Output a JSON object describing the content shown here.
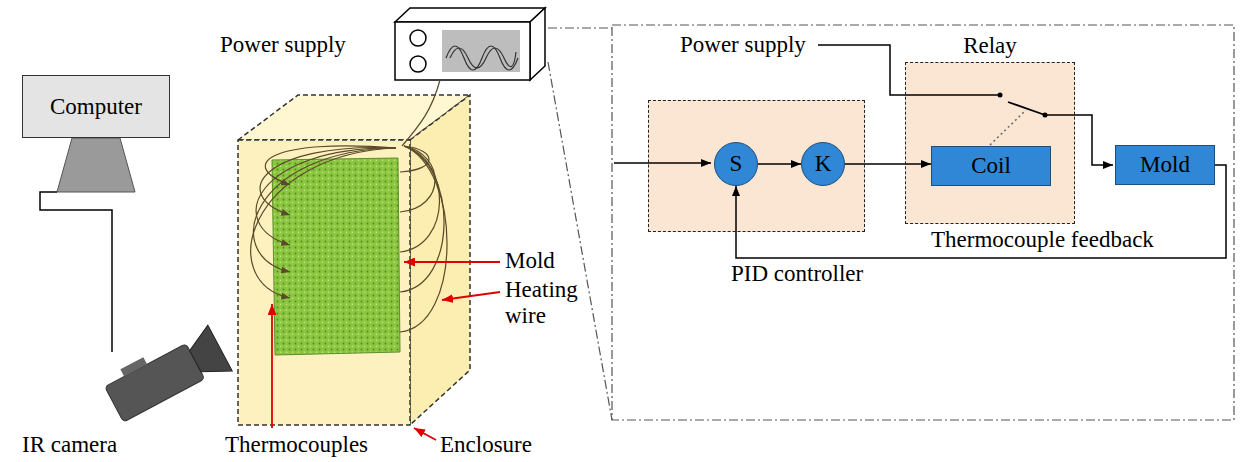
{
  "diagram": {
    "nodes": [
      {
        "text": [
          "Computer"
        ]
      },
      {
        "text": [
          "PID controller"
        ]
      },
      {
        "text": [
          "S"
        ],
        "in": 1
      },
      {
        "text": [
          "K"
        ],
        "in": 1
      },
      {
        "text": [
          "Relay"
        ]
      },
      {
        "text": [
          "Coil"
        ],
        "in": 4
      },
      {
        "text": [
          "Mold"
        ]
      }
    ],
    "edges": [
      {
        "from": 2,
        "to": 3,
        "arrow": "to"
      },
      {
        "from": 3,
        "to": 5,
        "arrow": "to"
      },
      {
        "from": 6,
        "to": 2,
        "label": "Thermocouple feedback",
        "arrow": "to"
      }
    ],
    "labels": [
      "Power supply",
      "Mold",
      "Heating wire",
      "Thermocouples",
      "Enclosure",
      "IR camera",
      "Power supply"
    ]
  }
}
